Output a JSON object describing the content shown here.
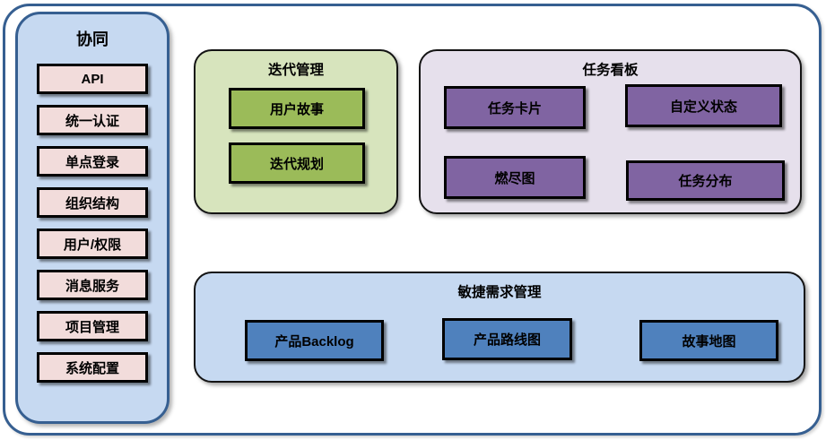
{
  "colors": {
    "frame_border": "#365f91",
    "sidebar_bg": "#c6d9f1",
    "sidebar_item_bg": "#f2dcdb",
    "iteration_group_bg": "#d7e4bd",
    "iteration_item_bg": "#9bbb59",
    "kanban_group_bg": "#e6e0ec",
    "kanban_item_bg": "#8064a2",
    "requirements_group_bg": "#c6d9f1",
    "requirements_item_bg": "#4f81bd",
    "item_border": "#000000",
    "text": "#000000"
  },
  "sidebar": {
    "title": "协同",
    "items": [
      "API",
      "统一认证",
      "单点登录",
      "组织结构",
      "用户/权限",
      "消息服务",
      "项目管理",
      "系统配置"
    ]
  },
  "iteration_group": {
    "title": "迭代管理",
    "items": [
      "用户故事",
      "迭代规划"
    ]
  },
  "kanban_group": {
    "title": "任务看板",
    "items": [
      "任务卡片",
      "自定义状态",
      "燃尽图",
      "任务分布"
    ]
  },
  "requirements_group": {
    "title": "敏捷需求管理",
    "items": [
      "产品Backlog",
      "产品路线图",
      "故事地图"
    ]
  }
}
